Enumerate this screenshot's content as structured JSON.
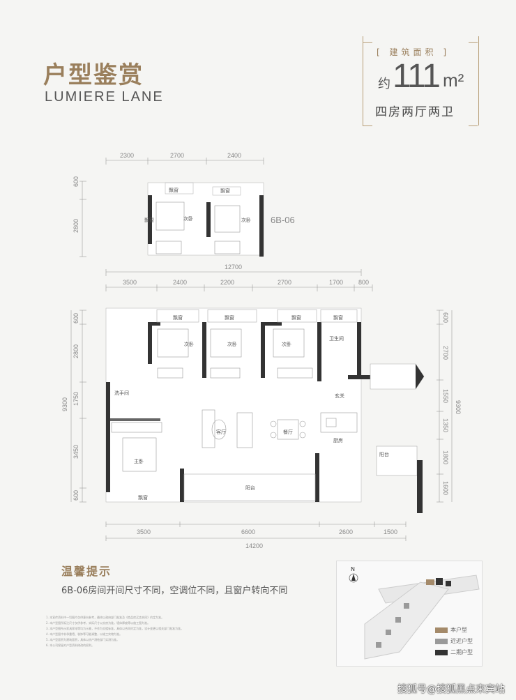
{
  "header": {
    "title_cn": "户型鉴赏",
    "title_en": "LUMIERE LANE",
    "area_label": "建筑面积",
    "area_prefix": "约",
    "area_value": "111",
    "area_unit": "m²",
    "unit_type": "四房两厅两卫"
  },
  "upper_plan": {
    "tag": "6B-06",
    "top_dims": [
      "2300",
      "2700",
      "2400"
    ],
    "left_dims": [
      "600",
      "2800"
    ],
    "rooms": [
      "飘窗",
      "次卧",
      "飘窗",
      "次卧",
      "飘窗"
    ]
  },
  "main_plan": {
    "total_top": "12700",
    "top_dims": [
      "3500",
      "2400",
      "2200",
      "2700",
      "1700",
      "800"
    ],
    "left_dims": [
      "600",
      "2800",
      "1750",
      "3450",
      "600"
    ],
    "left_total": "9300",
    "right_dims": [
      "600",
      "2700",
      "1550",
      "1350",
      "1800",
      "1600"
    ],
    "right_total": "9300",
    "bottom_dims": [
      "3500",
      "6600",
      "2600",
      "1500"
    ],
    "total_bottom": "14200",
    "rooms": {
      "window1": "飘窗",
      "window2": "飘窗",
      "window3": "飘窗",
      "window4": "飘窗",
      "bedroom1": "次卧",
      "bedroom2": "次卧",
      "bedroom3": "次卧",
      "master": "主卧",
      "living": "客厅",
      "dining": "餐厅",
      "kitchen": "厨房",
      "entry": "玄关",
      "balcony": "阳台",
      "bath1": "洗手间",
      "bath2": "卫生间",
      "bottom_window": "飘窗",
      "laundry": "阳台"
    }
  },
  "tips": {
    "title": "温馨提示",
    "text": "6B-06房间开间尺寸不同，空调位不同，且窗户转向不同"
  },
  "notes": [
    "1. 本宣传资料中一切图片仅供意向参考，最终以政府部门批准及《商品房买卖合同》约定为准。",
    "2. 本户型图所标注尺寸仅供参考，实际尺寸以交房为准，墙体厚度等以施工图为准。",
    "3. 本户型图所示家具家电等均为示意，不作为交楼标准，具体以合同约定为准，设计变更以相关部门批准为准。",
    "4. 本户型图中非承重墙、装饰等可能调整，以竣工实物为准。",
    "5. 本户型面积为建筑面积，具体以房产测绘部门实测为准。",
    "6. 本公司保留对户型资料修改的权利。"
  ],
  "site_map": {
    "north": "N",
    "legend": [
      {
        "label": "本户型",
        "color": "#a48a6a"
      },
      {
        "label": "近近户型",
        "color": "#9a9a9a"
      },
      {
        "label": "二期户型",
        "color": "#333333"
      }
    ]
  },
  "watermark": "搜狐号@搜狐黑点来宾站"
}
